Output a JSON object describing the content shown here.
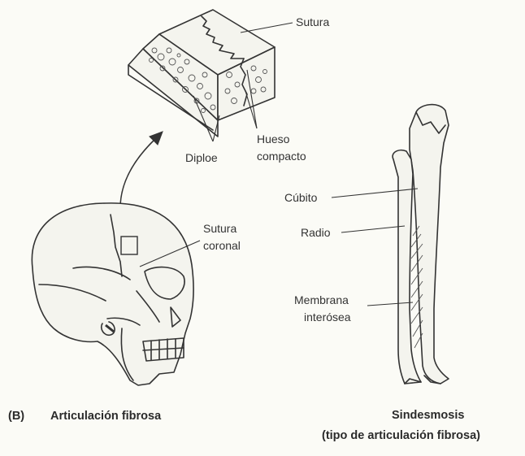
{
  "labels": {
    "sutura": "Sutura",
    "diploe": "Diploe",
    "hueso_line1": "Hueso",
    "hueso_line2": "compacto",
    "sutura_coronal_line1": "Sutura",
    "sutura_coronal_line2": "coronal",
    "cubito": "Cúbito",
    "radio": "Radio",
    "membrana_line1": "Membrana",
    "membrana_line2": "interósea"
  },
  "captions": {
    "panel_letter": "(B)",
    "left": "Articulación fibrosa",
    "right_line1": "Sindesmosis",
    "right_line2": "(tipo de articulación fibrosa)"
  }
}
